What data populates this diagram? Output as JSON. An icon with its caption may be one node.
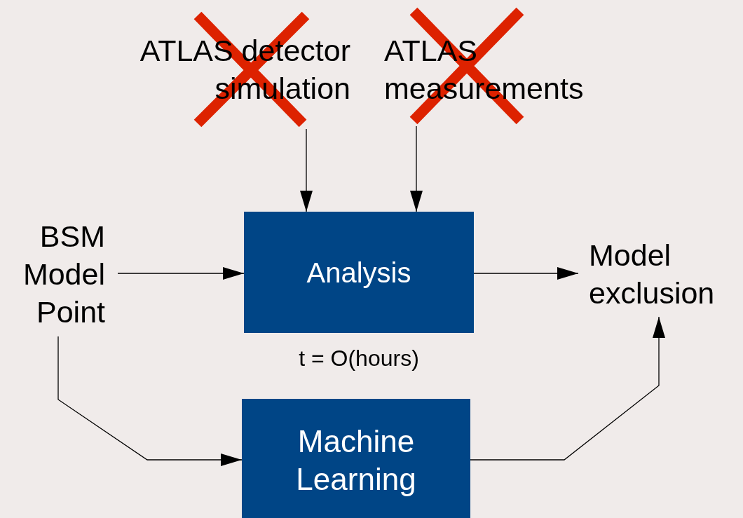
{
  "diagram": {
    "nodes": [
      {
        "text": [
          "ATLAS detector simulation"
        ]
      },
      {
        "text": [
          "ATLAS measurements"
        ]
      },
      {
        "text": [
          "BSM Model Point"
        ]
      },
      {
        "text": [
          "Analysis"
        ],
        "beside": [
          "t = O(hours)"
        ]
      },
      {
        "text": [
          "Model exclusion"
        ]
      },
      {
        "text": [
          "Machine Learning"
        ]
      }
    ],
    "edges": [
      {
        "from": 0,
        "to": 3,
        "arrow": "to"
      },
      {
        "from": 1,
        "to": 3,
        "arrow": "to"
      },
      {
        "from": 2,
        "to": 3,
        "arrow": "to"
      },
      {
        "from": 3,
        "to": 4,
        "arrow": "to"
      },
      {
        "from": 2,
        "to": 5,
        "arrow": "to"
      },
      {
        "from": 5,
        "to": 4,
        "arrow": "to"
      }
    ]
  }
}
